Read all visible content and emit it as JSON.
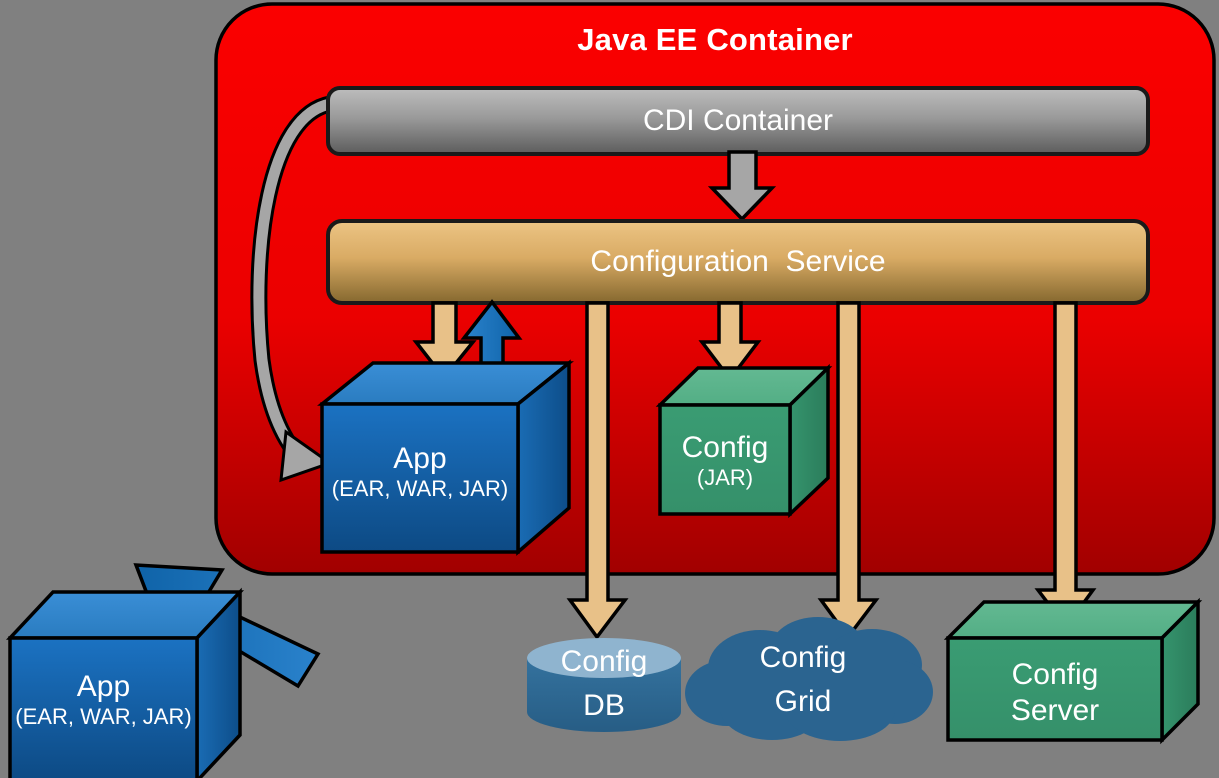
{
  "diagram": {
    "title": "Java EE Container",
    "background_color": "#808080"
  },
  "container": {
    "label": "Java EE Container",
    "fill_top": "#fb0000",
    "fill_bottom": "#a80000"
  },
  "cdi": {
    "label": "CDI Container",
    "fill_top": "#b3b3b3",
    "fill_bottom": "#5e5e5e"
  },
  "config_service": {
    "label": "Configuration  Service",
    "fill_top": "#e8be7a",
    "fill_bottom": "#8a7035"
  },
  "app_inner": {
    "label": "App",
    "sublabel": "(EAR, WAR, JAR)",
    "face_color": "#1565b0",
    "top_color": "#3083cf",
    "side_color": "#15538f"
  },
  "app_outer": {
    "label": "App",
    "sublabel": "(EAR, WAR, JAR)",
    "face_color": "#1565b0",
    "top_color": "#3083cf",
    "side_color": "#15538f"
  },
  "config_jar": {
    "label": "Config",
    "sublabel": "(JAR)",
    "face_color": "#39996f",
    "top_color": "#5ab389",
    "side_color": "#2f855f"
  },
  "config_db": {
    "label_line1": "Config",
    "label_line2": "DB",
    "body_color": "#2e6a96",
    "top_color": "#8fb4cf"
  },
  "config_grid": {
    "label_line1": "Config",
    "label_line2": "Grid",
    "color": "#2b6490"
  },
  "config_server": {
    "label_line1": "Config",
    "label_line2": "Server",
    "face_color": "#39996f",
    "top_color": "#5ab389",
    "side_color": "#2f855f"
  },
  "arrows": {
    "cdi_to_config_service": "gray-down-arrow",
    "config_service_to_app": "tan-down-arrow",
    "app_to_config_service": "blue-up-arrow",
    "config_service_to_config_jar": "tan-down-arrow",
    "config_service_to_config_db": "tan-long-down-arrow",
    "config_service_to_config_grid": "tan-long-down-arrow",
    "config_service_to_config_server": "tan-long-down-arrow",
    "cdi_to_app_curve": "gray-curved-arrow",
    "app_outer_to_container": "blue-diagonal-arrow",
    "tan_color": "#e8c188",
    "blue_color": "#1570bb",
    "gray_color": "#a6a6a6"
  }
}
